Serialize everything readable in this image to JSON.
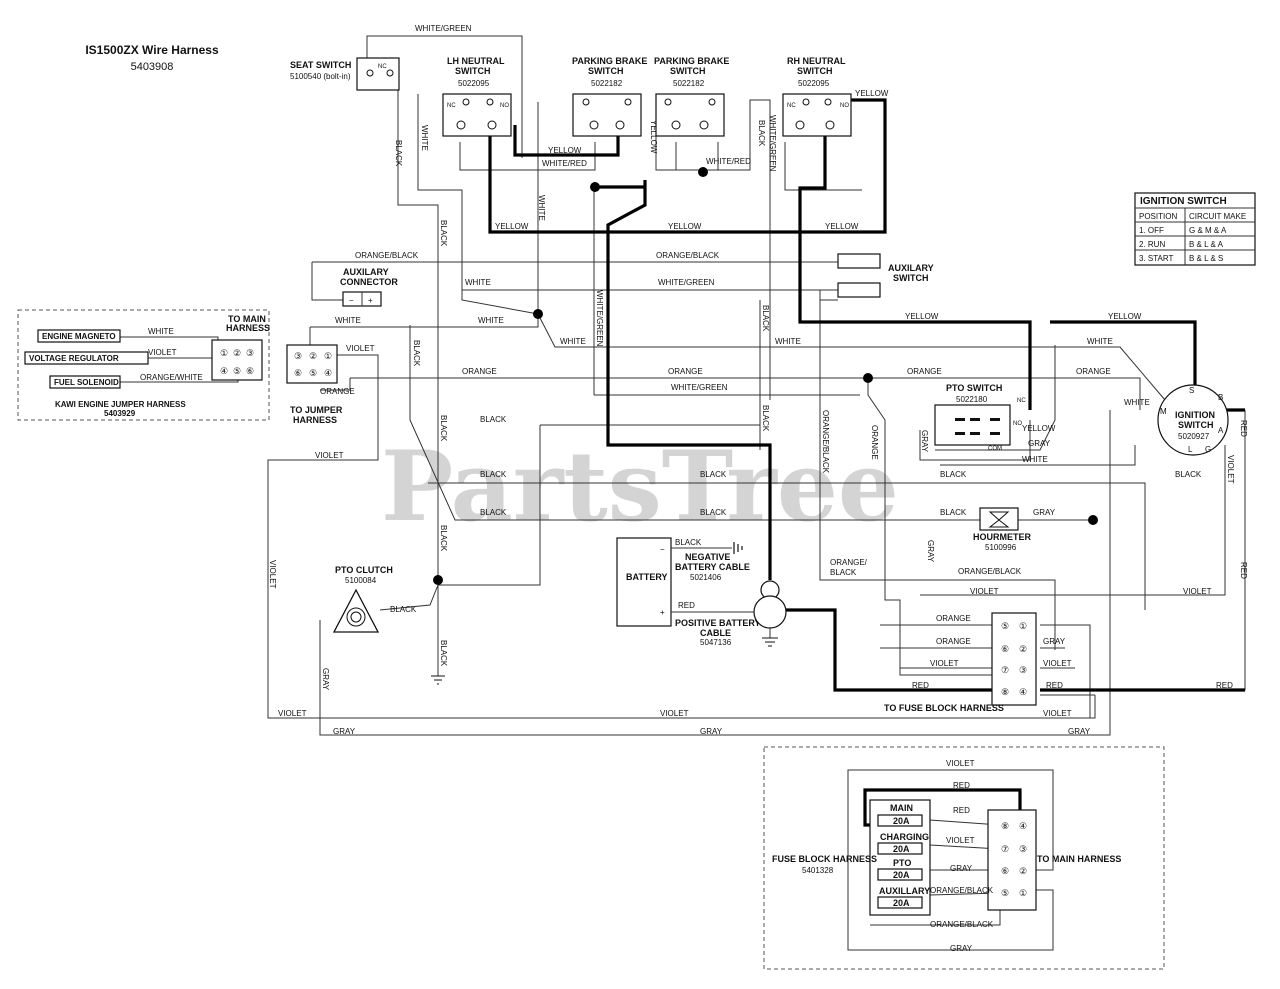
{
  "title": {
    "name": "IS1500ZX Wire Harness",
    "part": "5403908"
  },
  "watermark": "PartsTree",
  "components": {
    "seat_switch": {
      "name": "SEAT SWITCH",
      "part": "5100540 (bolt-in)"
    },
    "lh_neutral": {
      "name_l1": "LH NEUTRAL",
      "name_l2": "SWITCH",
      "part": "5022095"
    },
    "pbrake1": {
      "name_l1": "PARKING BRAKE",
      "name_l2": "SWITCH",
      "part": "5022182"
    },
    "pbrake2": {
      "name_l1": "PARKING BRAKE",
      "name_l2": "SWITCH",
      "part": "5022182"
    },
    "rh_neutral": {
      "name_l1": "RH NEUTRAL",
      "name_l2": "SWITCH",
      "part": "5022095"
    },
    "aux_connector": {
      "name_l1": "AUXILARY",
      "name_l2": "CONNECTOR",
      "minus": "−",
      "plus": "+"
    },
    "aux_switch": {
      "name_l1": "AUXILARY",
      "name_l2": "SWITCH"
    },
    "pto_switch": {
      "name": "PTO SWITCH",
      "part": "5022180",
      "nc": "NC",
      "no": "NO",
      "com": "COM"
    },
    "ignition": {
      "name_l1": "IGNITION",
      "name_l2": "SWITCH",
      "part": "5020927",
      "s": "S",
      "m": "M",
      "b": "B",
      "a": "A",
      "l": "L",
      "g": "G"
    },
    "hourmeter": {
      "name": "HOURMETER",
      "part": "5100996"
    },
    "battery": {
      "name": "BATTERY",
      "minus": "−",
      "plus": "+"
    },
    "neg_cable": {
      "name_l1": "NEGATIVE",
      "name_l2": "BATTERY CABLE",
      "part": "5021406"
    },
    "pos_cable": {
      "name_l1": "POSITIVE BATTERY",
      "name_l2": "CABLE",
      "part": "5047136"
    },
    "pto_clutch": {
      "name": "PTO CLUTCH",
      "part": "5100084"
    },
    "to_jumper": {
      "l1": "TO JUMPER",
      "l2": "HARNESS"
    },
    "to_fuse_block": "TO FUSE BLOCK HARNESS",
    "switch_nc": "NC",
    "switch_no": "NO"
  },
  "jumper_harness": {
    "title_l1": "KAWI ENGINE JUMPER HARNESS",
    "title_l2": "5403929",
    "to_main_l1": "TO MAIN",
    "to_main_l2": "HARNESS",
    "engine_magneto": "ENGINE MAGNETO",
    "voltage_regulator": "VOLTAGE REGULATOR",
    "fuel_solenoid": "FUEL SOLENOID",
    "w_white": "WHITE",
    "w_violet": "VIOLET",
    "w_orange_white": "ORANGE/WHITE",
    "pins": [
      "①",
      "②",
      "③",
      "④",
      "⑤",
      "⑥"
    ]
  },
  "ignition_table": {
    "title": "IGNITION SWITCH",
    "headers": [
      "POSITION",
      "CIRCUIT MAKE"
    ],
    "rows": [
      [
        "1. OFF",
        "G & M & A"
      ],
      [
        "2. RUN",
        "B & L & A"
      ],
      [
        "3. START",
        "B & L & S"
      ]
    ]
  },
  "fuse_block": {
    "name": "FUSE BLOCK HARNESS",
    "part": "5401328",
    "to_main": "TO MAIN HARNESS",
    "fuses": [
      {
        "name": "MAIN",
        "rating": "20A"
      },
      {
        "name": "CHARGING",
        "rating": "20A"
      },
      {
        "name": "PTO",
        "rating": "20A"
      },
      {
        "name": "AUXILLARY",
        "rating": "20A"
      }
    ],
    "wires": {
      "violet": "VIOLET",
      "red": "RED",
      "gray": "GRAY",
      "orange_black": "ORANGE/BLACK"
    }
  },
  "wire_labels": {
    "white_green": "WHITE/GREEN",
    "white_red": "WHITE/RED",
    "white": "WHITE",
    "black": "BLACK",
    "yellow": "YELLOW",
    "orange_black": "ORANGE/BLACK",
    "orange": "ORANGE",
    "violet": "VIOLET",
    "gray": "GRAY",
    "red": "RED",
    "orange_black_split1": "ORANGE/",
    "orange_black_split2": "BLACK"
  },
  "connector_pins": {
    "p1": "①",
    "p2": "②",
    "p3": "③",
    "p4": "④",
    "p5": "⑤",
    "p6": "⑥",
    "p7": "⑦",
    "p8": "⑧"
  }
}
